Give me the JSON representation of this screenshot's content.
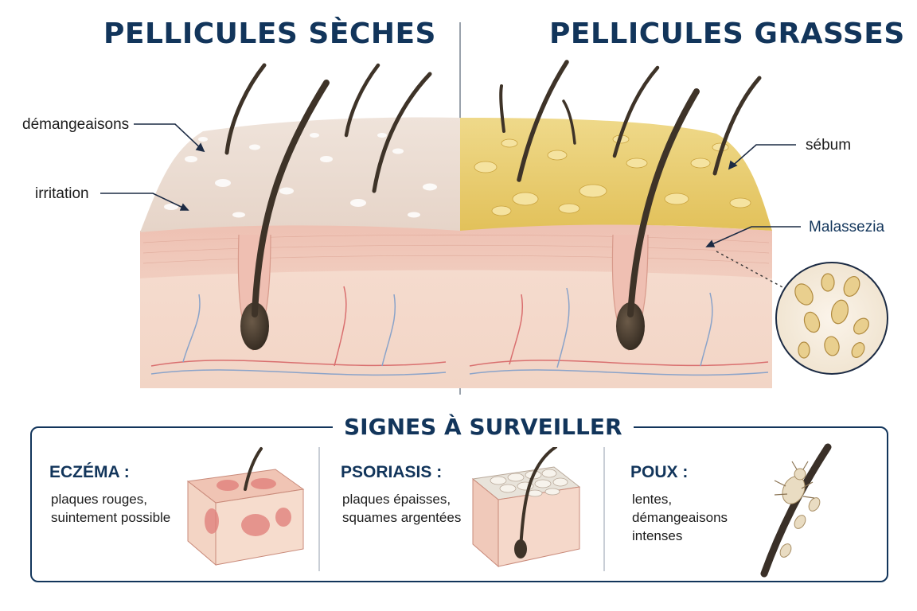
{
  "colors": {
    "title": "#12355b",
    "accent": "#12355b",
    "divider": "#9aa2ac",
    "skin": "#f1c7b5",
    "dermis": "#f3d9cc",
    "sebum": "#e6c35f",
    "hair": "#3e3328"
  },
  "titles": {
    "dry": "PELLICULES SÈCHES",
    "oily": "PELLICULES GRASSES"
  },
  "labels": {
    "itching": "démangeaisons",
    "irritation": "irritation",
    "sebum": "sébum",
    "malassezia": "Malassezia"
  },
  "signs": {
    "title": "SIGNES À SURVEILLER",
    "items": [
      {
        "name": "ECZÉMA :",
        "lines": [
          "plaques rouges,",
          "suintement possible"
        ]
      },
      {
        "name": "PSORIASIS :",
        "lines": [
          "plaques épaisses,",
          "squames argentées"
        ]
      },
      {
        "name": "POUX :",
        "lines": [
          "lentes,",
          "démangeaisons",
          "intenses"
        ]
      }
    ]
  },
  "icons": [
    "arrow-icon",
    "hair-icon",
    "magnifier-circle-icon",
    "louse-icon"
  ]
}
